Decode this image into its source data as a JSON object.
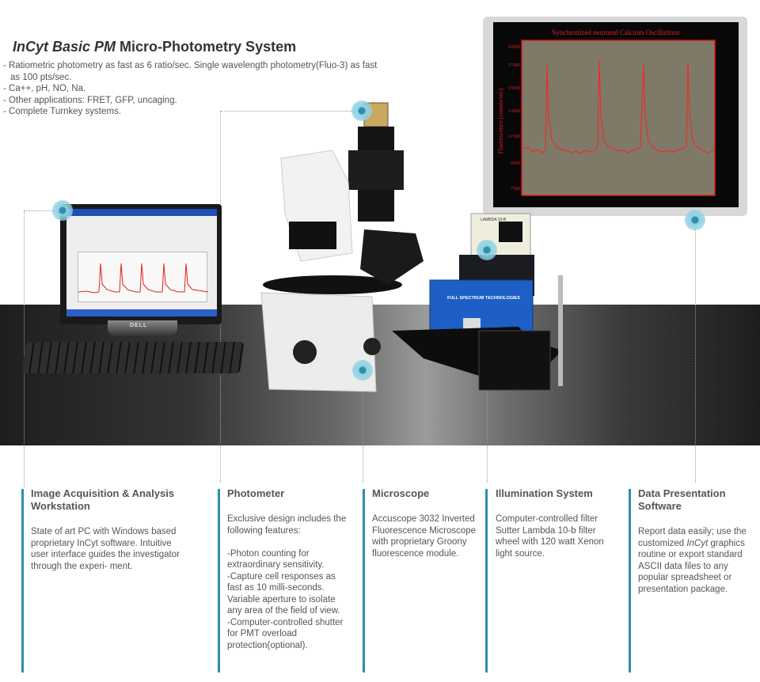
{
  "header": {
    "title_italic": "InCyt Basic PM",
    "title_rest": " Micro-Photometry System",
    "bullets": [
      "- Ratiometric photometry as fast as 6 ratio/sec. Single wavelength photometry(Fluo-3) as fast as 100 pts/sec.",
      "- Ca++, pH, NO, Na.",
      "- Other applications: FRET, GFP, uncaging.",
      "- Complete Turnkey systems."
    ]
  },
  "plot": {
    "title": "Synchronized neuronal Calcium Oscillations",
    "ylabel": "Fluorescence (counts/sec)",
    "yticks": [
      "10500",
      "17000",
      "15500",
      "13500",
      "11500",
      "9500",
      "7500"
    ]
  },
  "equipment": {
    "brand_panel": "FULL SPECTRUM TECHNOLOGIES",
    "lambda_label": "LAMBDA 10-B",
    "monitor_brand": "DELL"
  },
  "sections": [
    {
      "title": "Image Acquisition & Analysis Workstation",
      "body": "State of art PC with Windows based proprietary InCyt software. Intuitive user interface guides the investigator through the experi- ment."
    },
    {
      "title": "Photometer",
      "body": "Exclusive design includes the following features:\n\n-Photon counting for extraordinary sensitivity.\n-Capture cell responses as fast as 10 milli-seconds. Variable aperture to isolate any area of the field of view.\n-Computer-controlled shutter for PMT overload protection(optional)."
    },
    {
      "title": "Microscope",
      "body": "Accuscope 3032 Inverted Fluorescence Microscope with proprietary Groony fluorescence module."
    },
    {
      "title": "Illumination System",
      "body": "Computer-controlled filter Sutter Lambda 10-b filter wheel with 120 watt Xenon light source."
    },
    {
      "title": "Data Presentation Software",
      "body_before": "Report data easily; use the customized ",
      "body_italic": "InCyt",
      "body_after": " graphics routine or export standard ASCII data files to any popular spreadsheet or presentation package."
    }
  ],
  "colors": {
    "accent": "#2f8ea8",
    "plot_trace": "#ff2020",
    "plot_border": "#e01818"
  }
}
